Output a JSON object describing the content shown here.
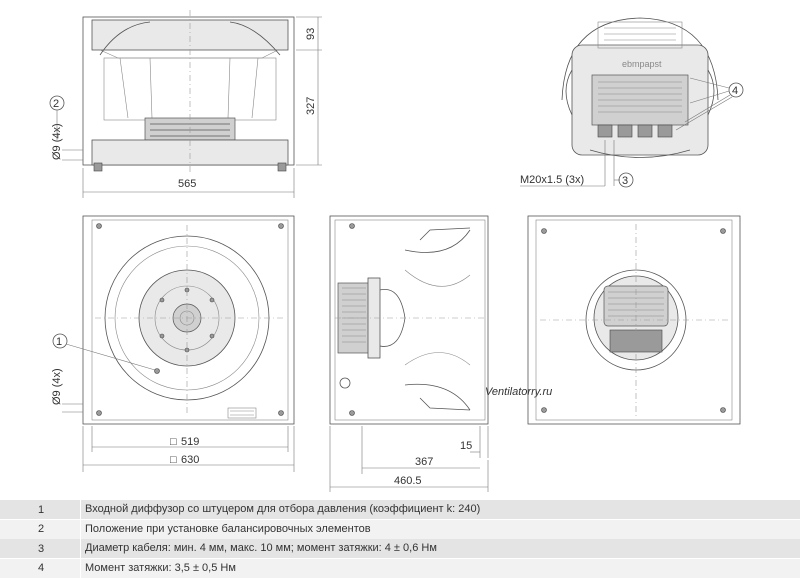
{
  "watermark": "Ventilatorry.ru",
  "brand_plate": "ebmpapst",
  "dimensions": {
    "d93": "93",
    "d327": "327",
    "d565": "565",
    "hole_top": "Ø9 (4x)",
    "hole_front": "Ø9 (4x)",
    "d519": "519",
    "d630": "630",
    "d15": "15",
    "d367": "367",
    "d460": "460.5",
    "d3": "3",
    "cable": "M20x1.5 (3x)",
    "square": "□"
  },
  "callouts": {
    "c1": "1",
    "c2": "2",
    "c4": "4"
  },
  "legend": [
    {
      "num": "1",
      "text": "Входной диффузор со штуцером для отбора давления (коэффициент k: 240)"
    },
    {
      "num": "2",
      "text": "Положение при установке балансировочных элементов"
    },
    {
      "num": "3",
      "text": "Диаметр кабеля: мин. 4 мм, макс. 10 мм; момент затяжки: 4 ± 0,6 Нм"
    },
    {
      "num": "4",
      "text": "Момент затяжки: 3,5 ± 0,5 Нм"
    }
  ]
}
